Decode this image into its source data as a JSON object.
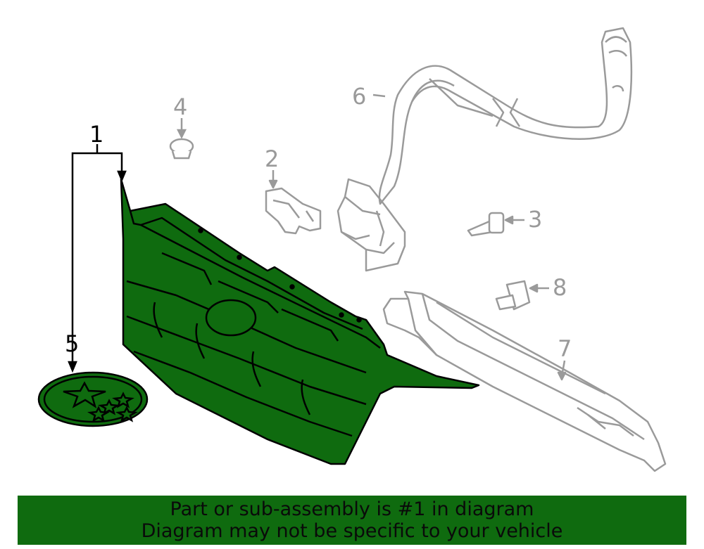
{
  "diagram": {
    "callouts": {
      "c1": "1",
      "c2": "2",
      "c3": "3",
      "c4": "4",
      "c5": "5",
      "c6": "6",
      "c7": "7",
      "c8": "8"
    },
    "colors": {
      "highlight_fill": "#0f6b0f",
      "highlight_stroke": "#000000",
      "part_stroke": "#9a9a9a",
      "banner_bg": "#0f6b0f"
    }
  },
  "banner": {
    "line1": "Part or sub-assembly is #1 in diagram",
    "line2": "Diagram may not be specific to your vehicle"
  }
}
